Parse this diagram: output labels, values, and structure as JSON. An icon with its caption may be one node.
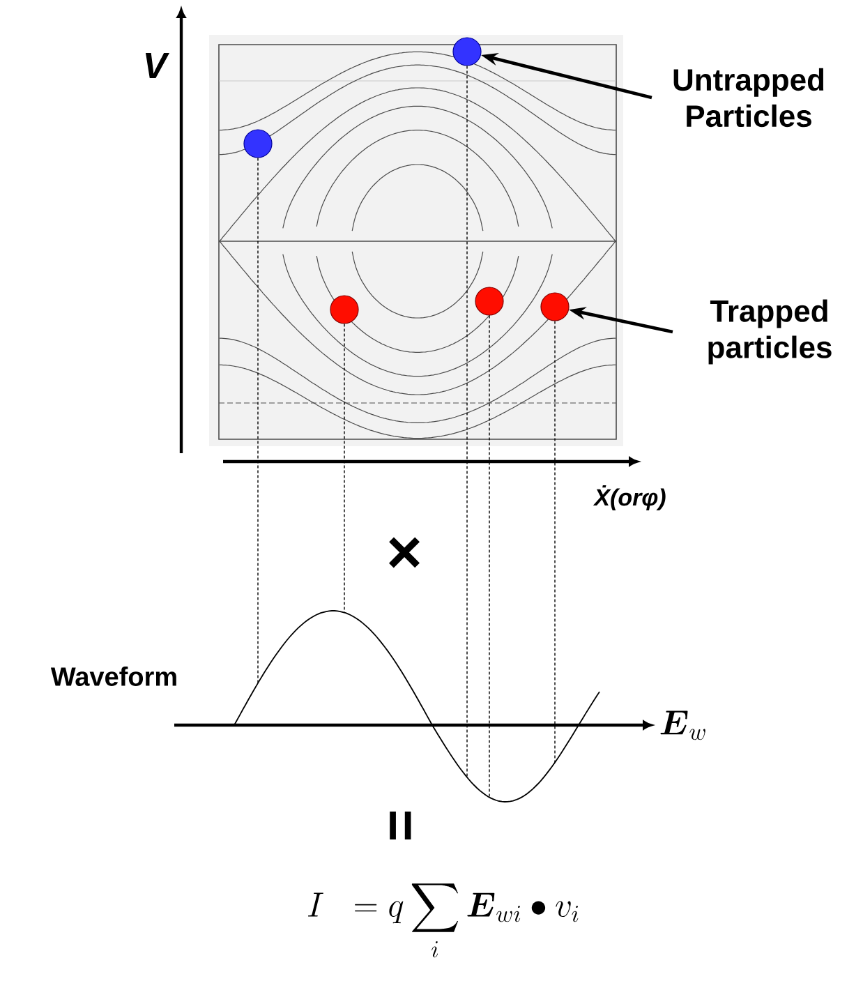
{
  "diagram": {
    "nodes": [
      {
        "text": [],
        "shape": "picture"
      },
      {
        "text": [],
        "shape": "circle",
        "in": 0
      },
      {
        "text": [],
        "shape": "circle",
        "in": 0
      },
      {
        "text": [],
        "shape": "circle",
        "in": 0
      },
      {
        "text": [],
        "shape": "circle",
        "in": 0
      },
      {
        "text": [],
        "shape": "circle",
        "in": 0
      },
      {
        "text": [
          "Untrapped Particles"
        ]
      },
      {
        "text": [
          "Trapped particles"
        ]
      },
      {
        "text": [],
        "shape": "picture"
      }
    ],
    "edges": [
      {
        "from": 6,
        "to": 1,
        "arrow": "to",
        "style": "thick"
      },
      {
        "from": 7,
        "to": 5,
        "arrow": "to",
        "style": "thick"
      },
      {
        "from": 2,
        "to": 8,
        "arrow": "none",
        "style": "dashed"
      },
      {
        "from": 3,
        "to": 8,
        "arrow": "none",
        "style": "dashed"
      },
      {
        "from": 1,
        "to": 8,
        "arrow": "none",
        "style": "dashed"
      },
      {
        "from": 4,
        "to": 8,
        "arrow": "none",
        "style": "dashed"
      },
      {
        "from": 5,
        "to": 8,
        "arrow": "none",
        "style": "dashed"
      }
    ],
    "labels": [
      "V",
      "Ẋ(orφ)",
      "×",
      "Waveform",
      "\\boldsymbol{E}_{w}",
      "=",
      "I \\;\\;= q\\sum_{i}\\boldsymbol{E}_{wi}\\bullet v_{i}"
    ]
  }
}
